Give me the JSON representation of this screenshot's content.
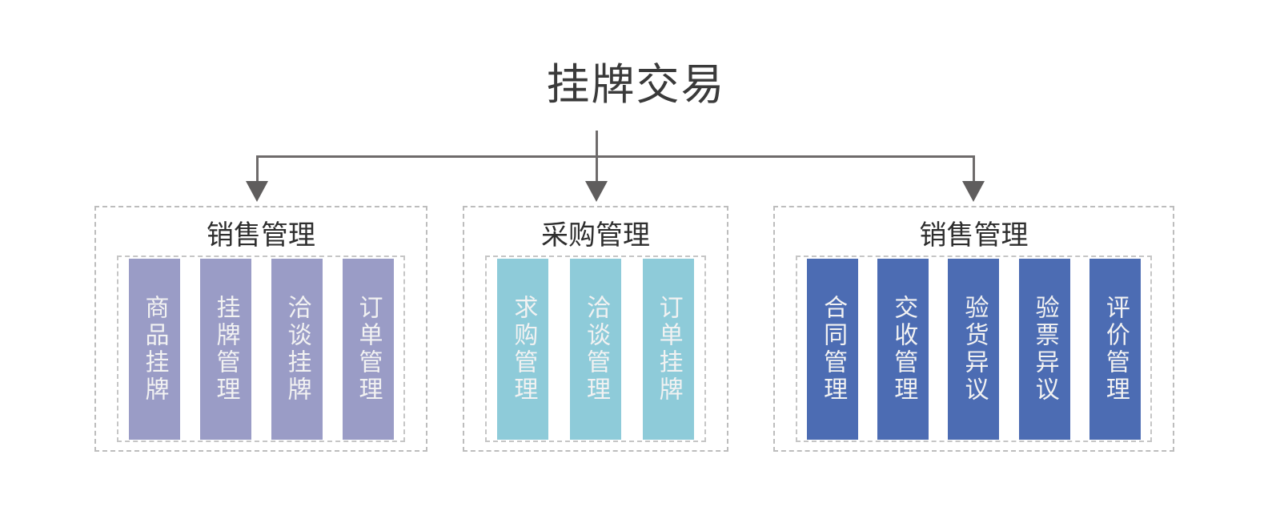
{
  "diagram": {
    "root": {
      "label": "挂牌交易"
    },
    "colors": {
      "connector": "#6e6b6b",
      "arrow": "#5f5d5d",
      "dashed_border": "#bdbdbd",
      "group_purple": "#9a9cc6",
      "group_teal": "#8ecbd9",
      "group_blue": "#4c6cb3",
      "leaf_text": "#f2f2f2",
      "title_text": "#3a3a3a"
    },
    "groups": [
      {
        "title": "销售管理",
        "color": "#9a9cc6",
        "items": [
          {
            "label": "商品挂牌"
          },
          {
            "label": "挂牌管理"
          },
          {
            "label": "洽谈挂牌"
          },
          {
            "label": "订单管理"
          }
        ]
      },
      {
        "title": "采购管理",
        "color": "#8ecbd9",
        "items": [
          {
            "label": "求购管理"
          },
          {
            "label": "洽谈管理"
          },
          {
            "label": "订单挂牌"
          }
        ]
      },
      {
        "title": "销售管理",
        "color": "#4c6cb3",
        "items": [
          {
            "label": "合同管理"
          },
          {
            "label": "交收管理"
          },
          {
            "label": "验货异议"
          },
          {
            "label": "验票异议"
          },
          {
            "label": "评价管理"
          }
        ]
      }
    ]
  }
}
